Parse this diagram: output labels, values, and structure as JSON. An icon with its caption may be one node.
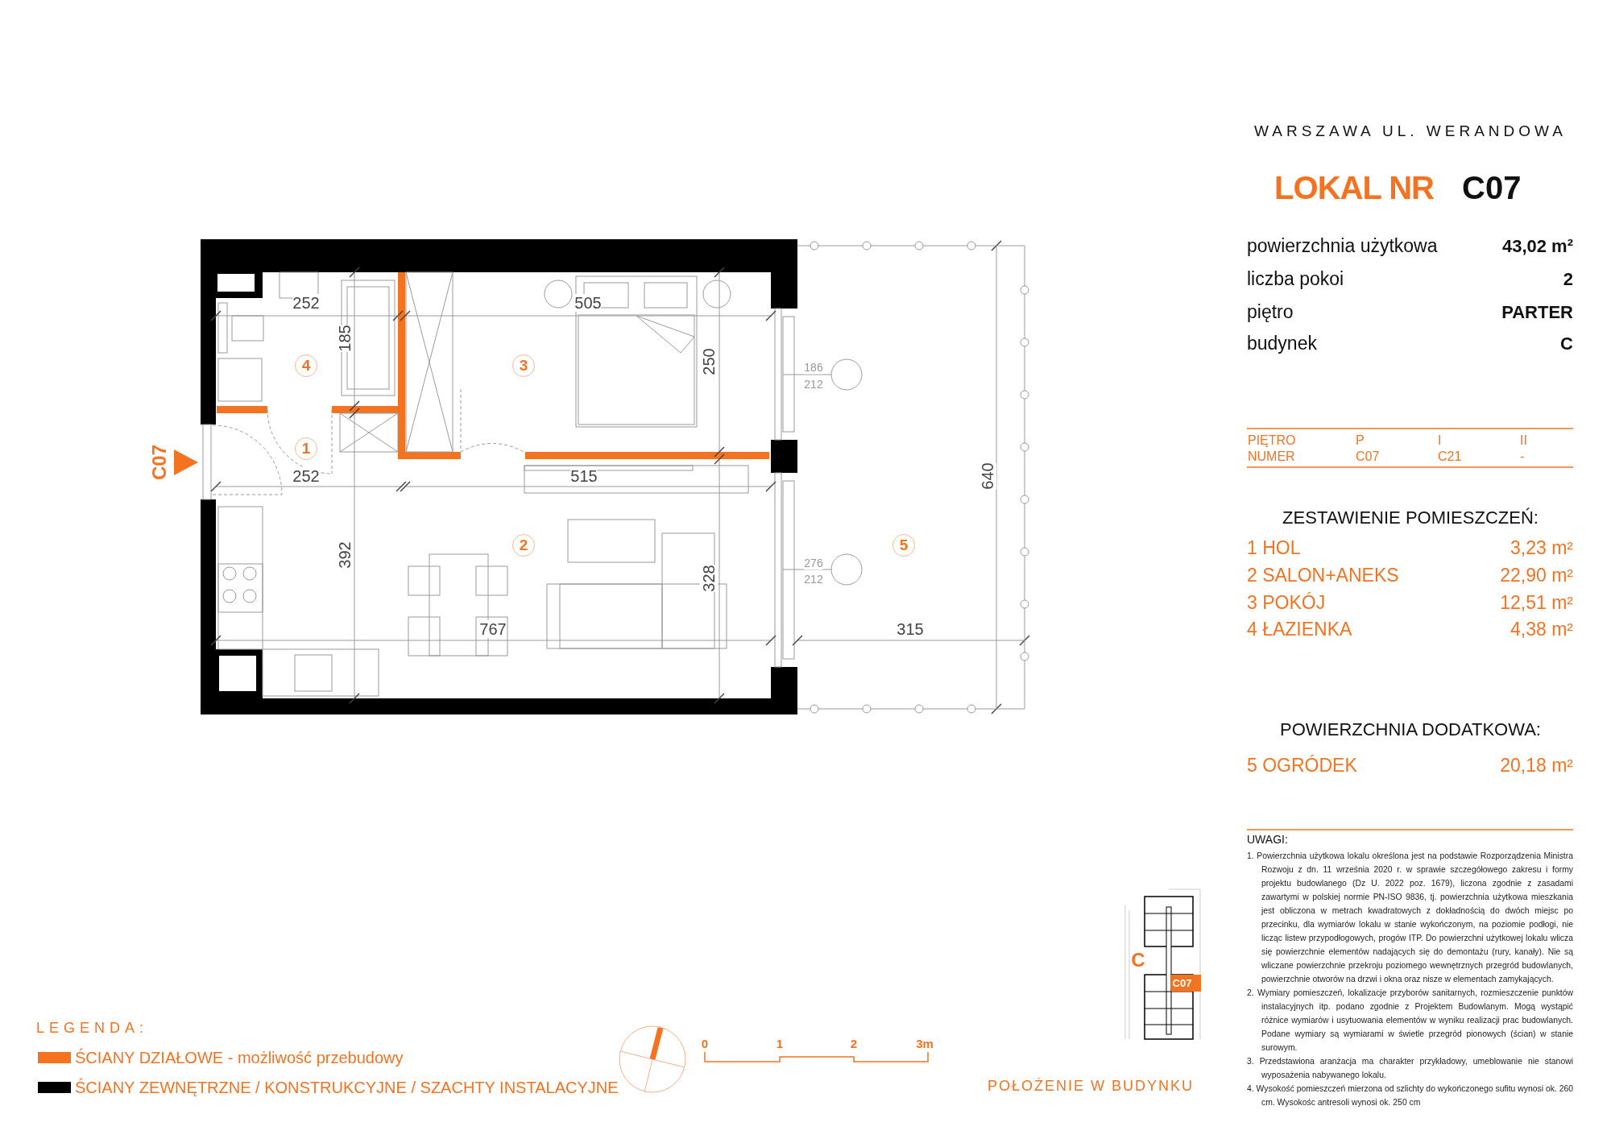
{
  "diagram": {
    "nodes": [
      {
        "text": [
          "4"
        ]
      },
      {
        "text": [
          "3"
        ]
      },
      {
        "text": [
          "1"
        ]
      },
      {
        "text": [
          "2"
        ]
      },
      {
        "text": [
          "5"
        ]
      },
      {
        "text": [
          "C07"
        ]
      }
    ],
    "labels": [
      "WARSZAWA UL. WERANDOWA",
      "LOKAL NR",
      "C07",
      "powierzchnia użytkowa",
      "43,02 m²",
      "liczba pokoi",
      "2",
      "piętro",
      "PARTER",
      "budynek",
      "C",
      "PIĘTRO",
      "P",
      "I",
      "II",
      "NUMER",
      "C07",
      "C21",
      "-",
      "ZESTAWIENIE POMIESZCZEŃ:",
      "1 HOL",
      "3,23 m²",
      "2 SALON+ANEKS",
      "22,90 m²",
      "3 POKÓJ",
      "12,51 m²",
      "4 ŁAZIENKA",
      "4,38 m²",
      "POWIERZCHNIA DODATKOWA:",
      "5 OGRÓDEK",
      "20,18 m²",
      "UWAGI:",
      "1. Powierzchnia użytkowa lokalu określona jest na podstawie Rozporządzenia Ministra Rozwoju z dn. 11 września 2020 r. w sprawie szczegółowego zakresu i formy projektu budowlanego (Dz U. 2022 poz. 1679), liczona zgodnie z zasadami zawartymi w polskiej normie PN-ISO 9836, tj. powierzchnia użytkowa mieszkania jest obliczona w metrach kwadratowych z dokładnością do dwóch miejsc po przecinku, dla wymiarów lokalu w stanie wykończonym, na poziomie podłogi, nie licząc listew przypodłogowych, progów ITP. Do powierzchni użytkowej lokalu wlicza się powierzchnie elementów nadających się do demontażu (rury, kanały). Nie są wliczane powierzchnie przekroju poziomego wewnętrznych przegród budowlanych, powierzchnie otworów na drzwi i okna oraz nisze w elementach zamykających.",
      "2. Wymiary pomieszczeń, lokalizacje przyborów sanitarnych, rozmieszczenie punktów instalacyjnych itp. podano zgodnie z Projektem Budowlanym. Mogą wystąpić różnice wymiarów i usytuowania elementów w wyniku realizacji prac budowlanych. Podane wymiary są wymiarami w świetle przegród pionowych (ścian) w stanie surowym.",
      "3. Przedstawiona aranżacja ma charakter przykładowy, umeblowanie nie stanowi wyposażenia nabywanego lokalu.",
      "4. Wysokość pomieszczeń mierzona od szlichty do wykończonego sufitu wynosi ok. 260 cm. Wysokośc antresoli wynosi ok. 250 cm",
      "LEGENDA:",
      "0",
      "1",
      "2",
      "3m",
      "POŁOŻENIE W BUDYNKU",
      "C",
      "C07",
      "252",
      "185",
      "505",
      "250",
      "186",
      "212",
      "252",
      "515",
      "392",
      "328",
      "767",
      "276",
      "212",
      "315",
      "640"
    ],
    "legend": [
      {
        "text": "ŚCIANY DZIAŁOWE - możliwość przebudowy",
        "color": "#f47321"
      },
      {
        "text": "ŚCIANY ZEWNĘTRZNE / KONSTRUKCYJNE / SZACHTY INSTALACYJNE",
        "color": "#000000"
      }
    ]
  }
}
